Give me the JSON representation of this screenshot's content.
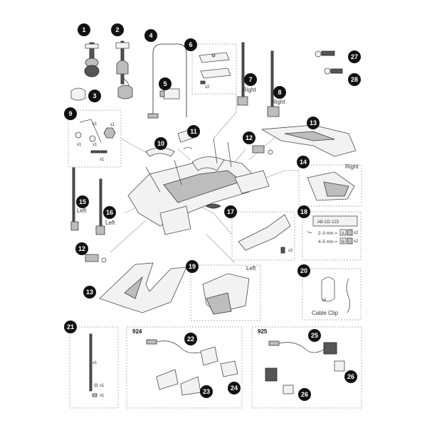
{
  "badge_color": "#111111",
  "callouts": [
    "1",
    "2",
    "3",
    "4",
    "5",
    "6",
    "7",
    "8",
    "9",
    "10",
    "11",
    "12",
    "13",
    "14",
    "15",
    "16",
    "17",
    "18",
    "19",
    "20",
    "21",
    "22",
    "23",
    "24",
    "25",
    "26",
    "27",
    "28"
  ],
  "labels": {
    "right": "Right",
    "left": "Left",
    "cable_clip": "Cable Clip",
    "set_924": "924",
    "set_925": "925"
  },
  "quantities": {
    "x1": "x1",
    "x2": "x2"
  },
  "plate": {
    "text": "AB CD 123",
    "row1": "2–3 mm =",
    "row2": "4–5 mm =",
    "a": "A",
    "b": "B"
  }
}
